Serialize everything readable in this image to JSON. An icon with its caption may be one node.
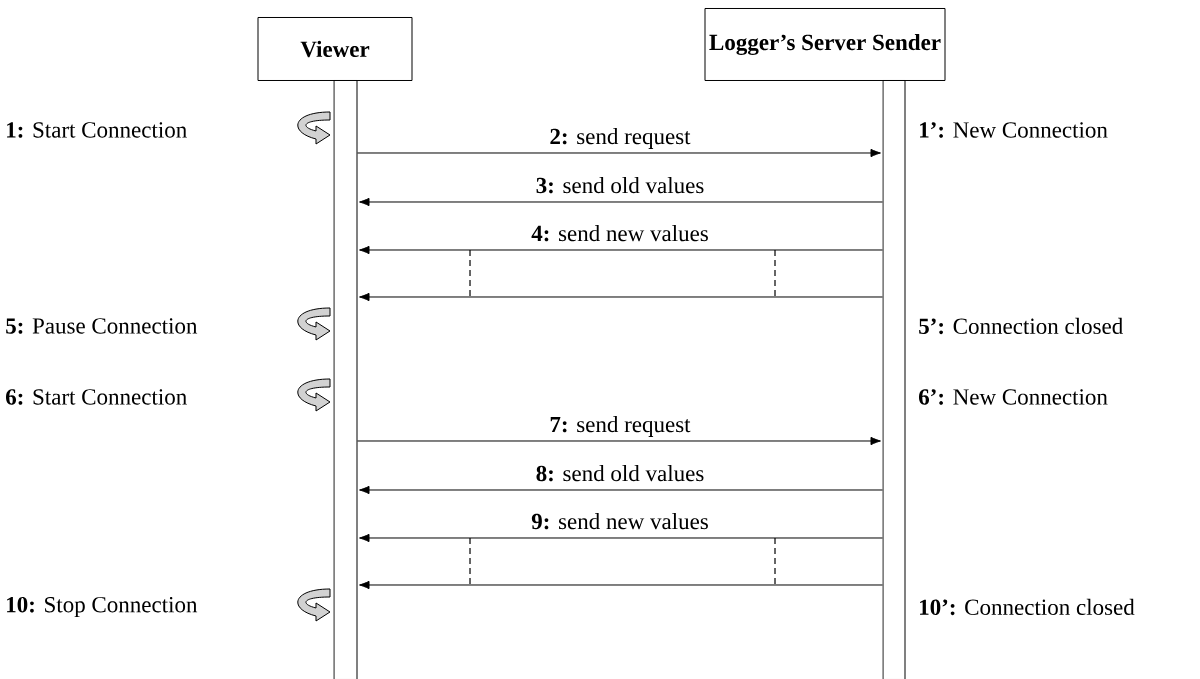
{
  "diagram": {
    "nodes": [
      {
        "text": [
          "Viewer"
        ]
      },
      {
        "text": [
          "Logger’s Server Sender"
        ]
      },
      {
        "text": [],
        "shape": "bar"
      },
      {
        "text": [],
        "shape": "bar"
      }
    ],
    "edges": [
      {
        "from": 2,
        "to": 3,
        "arrow": "to",
        "label": "**2:** send request"
      },
      {
        "from": 3,
        "to": 2,
        "arrow": "to",
        "label": "**3:** send old values"
      },
      {
        "from": 3,
        "to": 2,
        "arrow": "to",
        "label": "**4:** send new values"
      },
      {
        "from": 3,
        "to": 2,
        "arrow": "to"
      },
      {
        "from": 2,
        "to": 3,
        "arrow": "to",
        "label": "**7:** send request"
      },
      {
        "from": 3,
        "to": 2,
        "arrow": "to",
        "label": "**8:** send old values"
      },
      {
        "from": 3,
        "to": 2,
        "arrow": "to",
        "label": "**9:** send new values"
      },
      {
        "from": 3,
        "to": 2,
        "arrow": "to"
      }
    ],
    "labels": [
      "**1:** Start Connection",
      "**1’:** New Connection",
      "**5:** Pause Connection",
      "**5’:** Connection closed",
      "**6:** Start Connection",
      "**6’:** New Connection",
      "**10:** Stop Connection",
      "**10’:** Connection closed"
    ]
  }
}
